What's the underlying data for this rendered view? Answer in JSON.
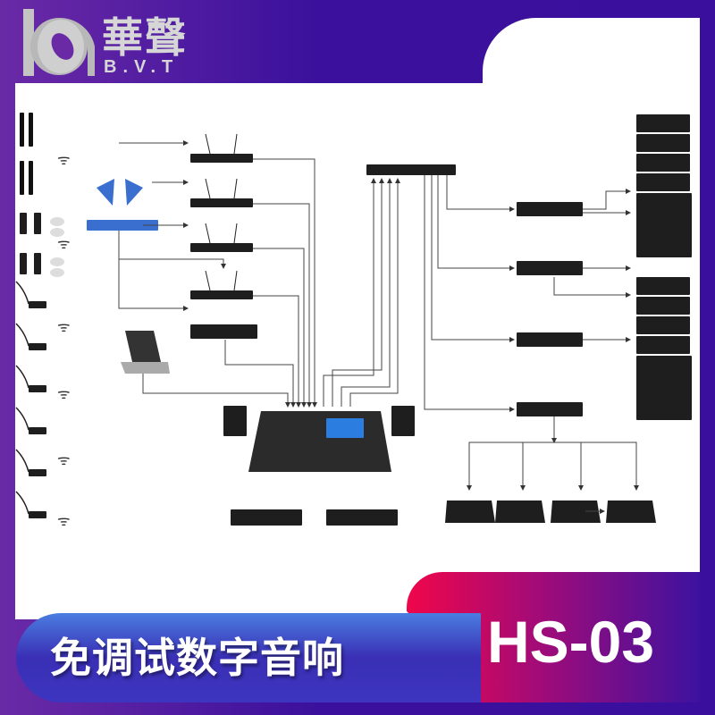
{
  "brand": {
    "name_cn": "華聲",
    "name_en": "B.V.T",
    "logo_color": "#c8c8c8"
  },
  "banner": {
    "slogan": "免调试数字音响",
    "model": "HS-03"
  },
  "colors": {
    "background": "#3a109c",
    "slogan_bg": "#3d35c0",
    "model_bg_start": "#f0064a",
    "model_bg_end": "#3d12a0"
  },
  "diagram": {
    "icons": [
      "wireless-microphone-icon",
      "bodypack-transmitter-icon",
      "gooseneck-microphone-icon",
      "wifi-icon",
      "antenna-distributor-icon",
      "wireless-receiver-icon",
      "laptop-icon",
      "digital-mixer-icon",
      "studio-monitor-icon",
      "audio-processor-icon",
      "power-amplifier-icon",
      "line-array-speaker-icon",
      "stage-monitor-icon"
    ]
  }
}
